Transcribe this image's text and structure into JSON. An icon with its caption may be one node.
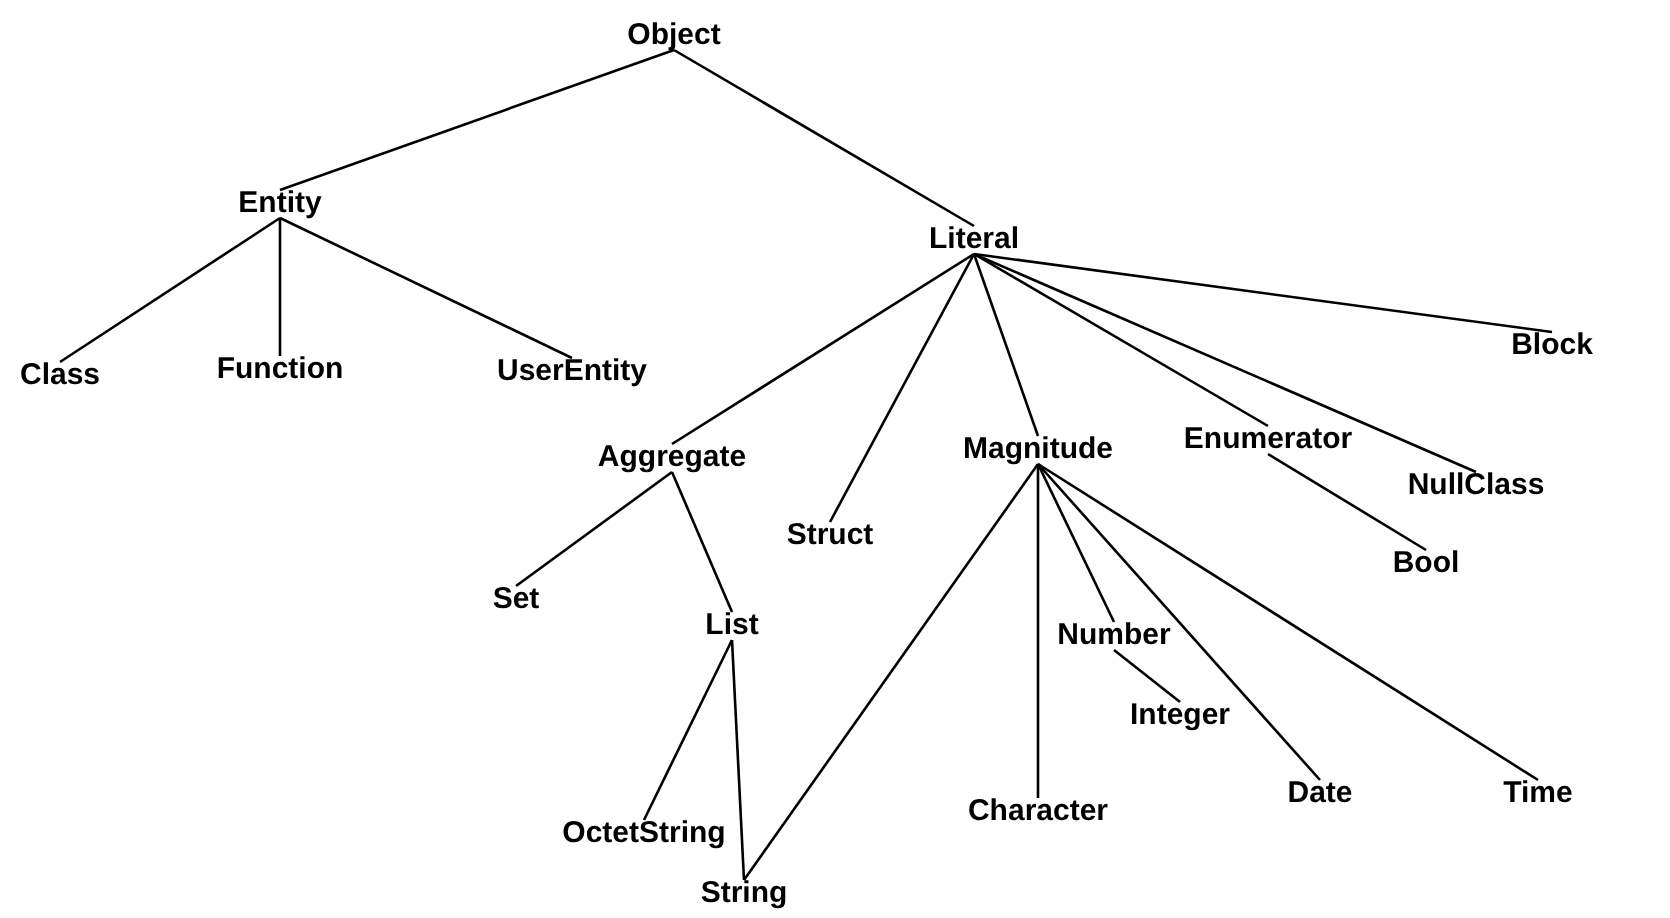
{
  "diagram": {
    "nodes": [
      {
        "text": [
          "Object"
        ]
      },
      {
        "text": [
          "Entity"
        ]
      },
      {
        "text": [
          "Literal"
        ]
      },
      {
        "text": [
          "Class"
        ]
      },
      {
        "text": [
          "Function"
        ]
      },
      {
        "text": [
          "UserEntity"
        ]
      },
      {
        "text": [
          "Aggregate"
        ]
      },
      {
        "text": [
          "Struct"
        ]
      },
      {
        "text": [
          "Magnitude"
        ]
      },
      {
        "text": [
          "Enumerator"
        ]
      },
      {
        "text": [
          "Block"
        ]
      },
      {
        "text": [
          "NullClass"
        ]
      },
      {
        "text": [
          "Bool"
        ]
      },
      {
        "text": [
          "Set"
        ]
      },
      {
        "text": [
          "List"
        ]
      },
      {
        "text": [
          "Number"
        ]
      },
      {
        "text": [
          "Integer"
        ]
      },
      {
        "text": [
          "Character"
        ]
      },
      {
        "text": [
          "Date"
        ]
      },
      {
        "text": [
          "Time"
        ]
      },
      {
        "text": [
          "OctetString"
        ]
      },
      {
        "text": [
          "String"
        ]
      }
    ],
    "edges": [
      {
        "from": 0,
        "to": 1,
        "arrow": "none"
      },
      {
        "from": 0,
        "to": 2,
        "arrow": "none"
      },
      {
        "from": 1,
        "to": 3,
        "arrow": "none"
      },
      {
        "from": 1,
        "to": 4,
        "arrow": "none"
      },
      {
        "from": 1,
        "to": 5,
        "arrow": "none"
      },
      {
        "from": 2,
        "to": 6,
        "arrow": "none"
      },
      {
        "from": 2,
        "to": 7,
        "arrow": "none"
      },
      {
        "from": 2,
        "to": 8,
        "arrow": "none"
      },
      {
        "from": 2,
        "to": 9,
        "arrow": "none"
      },
      {
        "from": 2,
        "to": 11,
        "arrow": "none"
      },
      {
        "from": 2,
        "to": 10,
        "arrow": "none"
      },
      {
        "from": 9,
        "to": 12,
        "arrow": "none"
      },
      {
        "from": 6,
        "to": 13,
        "arrow": "none"
      },
      {
        "from": 6,
        "to": 14,
        "arrow": "none"
      },
      {
        "from": 14,
        "to": 20,
        "arrow": "none"
      },
      {
        "from": 14,
        "to": 21,
        "arrow": "none"
      },
      {
        "from": 8,
        "to": 21,
        "arrow": "none"
      },
      {
        "from": 8,
        "to": 17,
        "arrow": "none"
      },
      {
        "from": 8,
        "to": 15,
        "arrow": "none"
      },
      {
        "from": 15,
        "to": 16,
        "arrow": "none"
      },
      {
        "from": 8,
        "to": 18,
        "arrow": "none"
      },
      {
        "from": 8,
        "to": 19,
        "arrow": "none"
      }
    ]
  }
}
